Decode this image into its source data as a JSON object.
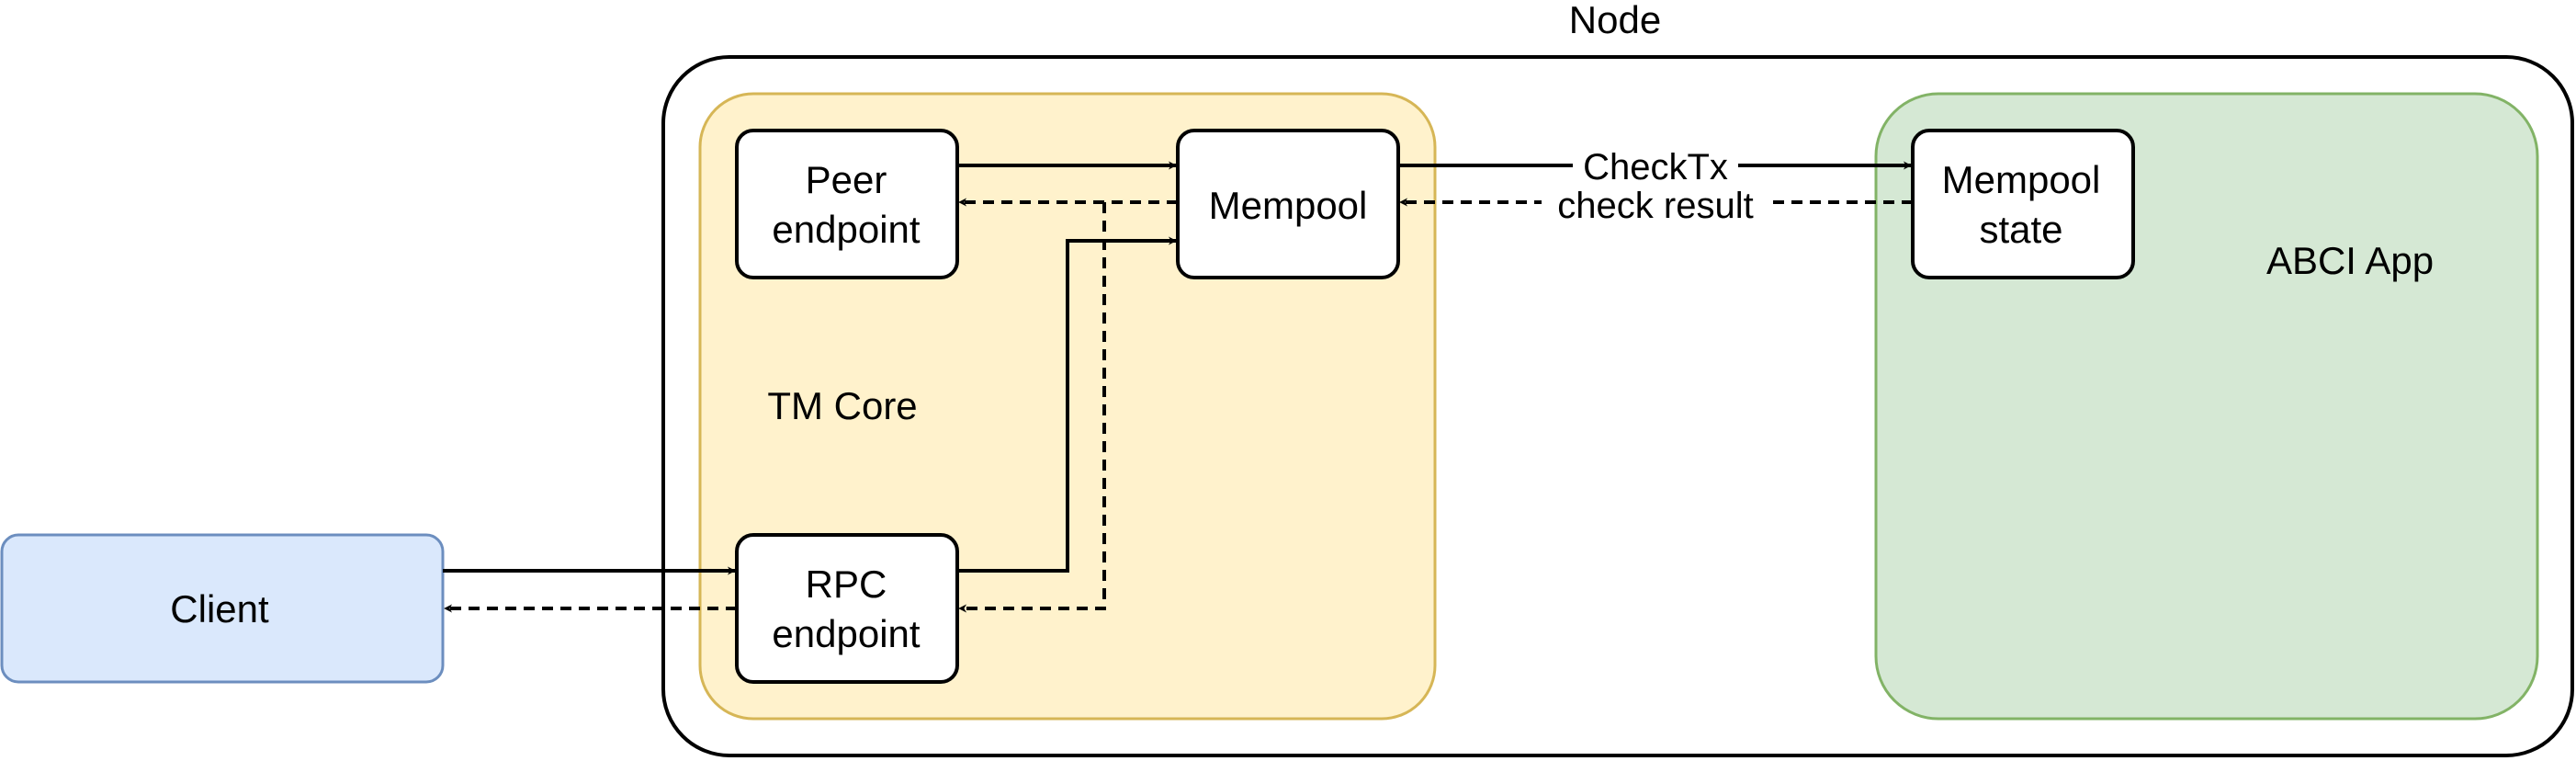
{
  "diagram": {
    "node_label": "Node",
    "tm_core_label": "TM Core",
    "abci_app_label": "ABCI App",
    "client_label": "Client",
    "peer_endpoint": {
      "line1": "Peer",
      "line2": "endpoint"
    },
    "mempool_label": "Mempool",
    "rpc_endpoint": {
      "line1": "RPC",
      "line2": "endpoint"
    },
    "mempool_state": {
      "line1": "Mempool",
      "line2": "state"
    },
    "checktx_label": "CheckTx",
    "check_result_label": "check result"
  },
  "colors": {
    "tm_core_fill": "#fff2cc",
    "tm_core_stroke": "#d6b656",
    "abci_fill": "#d5e8d4",
    "abci_stroke": "#82b366",
    "client_fill": "#dae8fc",
    "client_stroke": "#6c8ebf",
    "line": "#000000"
  }
}
